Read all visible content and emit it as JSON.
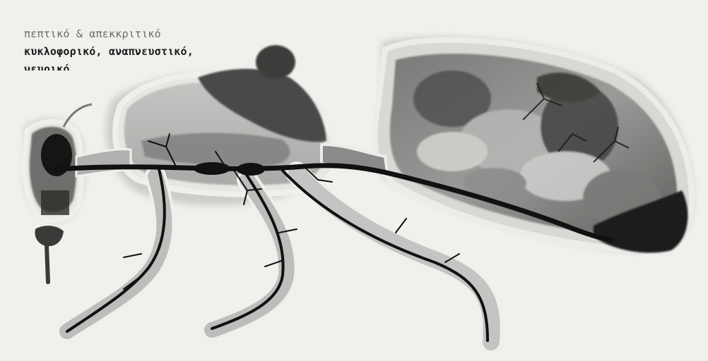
{
  "labels": {
    "line1": "πεπτικό & απεκκριτικό",
    "line2": "κυκλοφορικό, αναπνευστικό,",
    "line3": "νευρικό"
  },
  "colors": {
    "background": "#f2f2ef",
    "body_fill": "#c9c9c7",
    "body_dark": "#6b6b6b",
    "nerve": "#111111",
    "outline": "#e9e9e6"
  }
}
